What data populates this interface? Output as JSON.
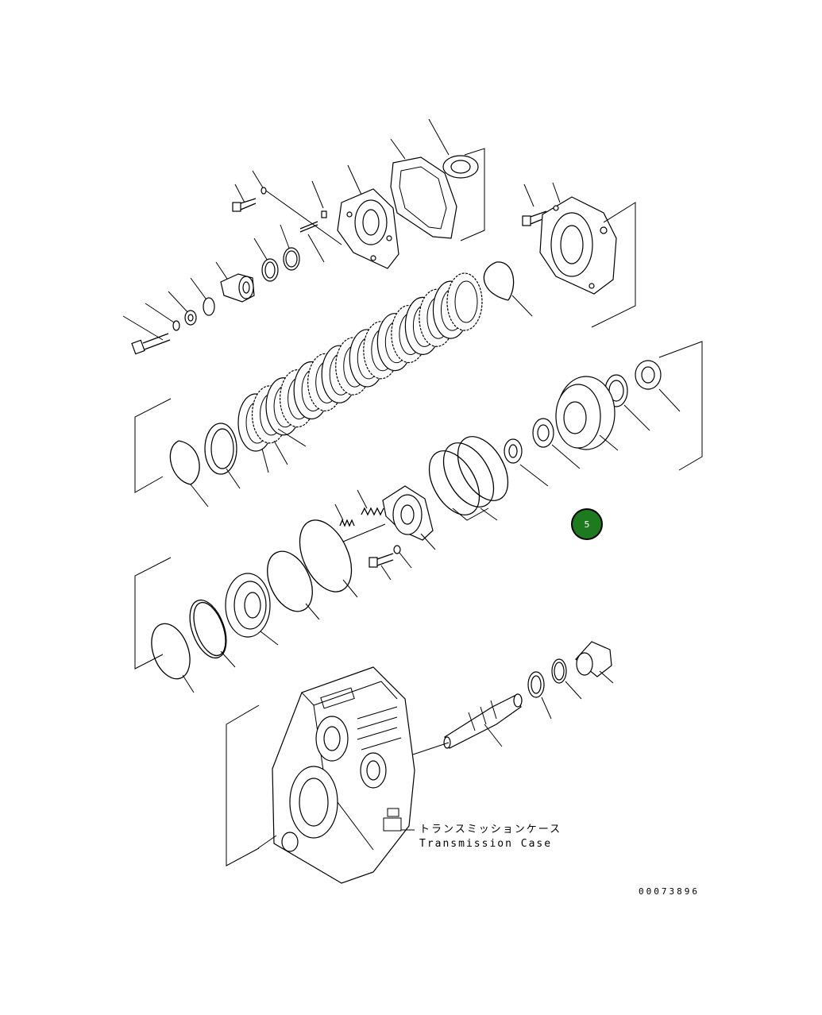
{
  "diagram": {
    "case_label_jp": "トランスミッションケース",
    "case_label_en": "Transmission Case",
    "drawing_number": "00073896",
    "callout": {
      "label": "5",
      "color": "#1e7a1e"
    }
  }
}
